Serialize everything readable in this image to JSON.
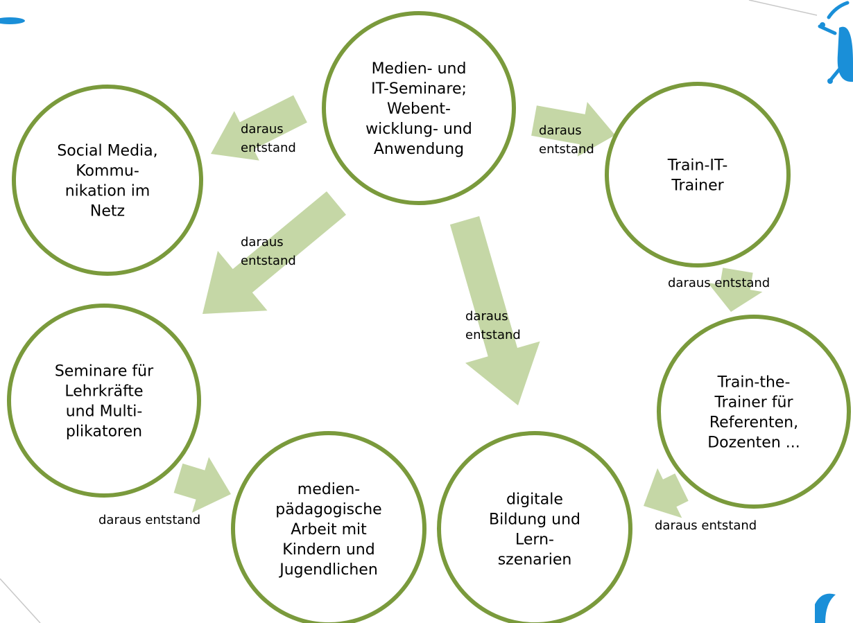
{
  "colors": {
    "circle_stroke": "#7a9a3c",
    "arrow_fill": "#c5d7a6",
    "decor_blue": "#1a8fd8",
    "decor_line": "#c8c8c8"
  },
  "nodes": [
    {
      "id": "medien-it",
      "lines": [
        "Medien- und",
        "IT-Seminare;",
        "Webent-",
        "wicklung- und",
        "Anwendung"
      ]
    },
    {
      "id": "social-media",
      "lines": [
        "Social Media,",
        "Kommu-",
        "nikation im",
        "Netz"
      ]
    },
    {
      "id": "train-it",
      "lines": [
        "Train-IT-",
        "Trainer"
      ]
    },
    {
      "id": "seminare-lehrkraefte",
      "lines": [
        "Seminare für",
        "Lehrkräfte",
        "und Multi-",
        "plikatoren"
      ]
    },
    {
      "id": "train-the-trainer",
      "lines": [
        "Train-the-",
        "Trainer für",
        "Referenten,",
        "Dozenten ..."
      ]
    },
    {
      "id": "medienpaedagogik",
      "lines": [
        "medien-",
        "pädagogische",
        "Arbeit mit",
        "Kindern und",
        "Jugendlichen"
      ]
    },
    {
      "id": "digitale-bildung",
      "lines": [
        "digitale",
        "Bildung und",
        "Lern-",
        "szenarien"
      ]
    }
  ],
  "edges": [
    {
      "from": "medien-it",
      "to": "social-media",
      "label": [
        "daraus",
        "entstand"
      ]
    },
    {
      "from": "medien-it",
      "to": "train-it",
      "label": [
        "daraus",
        "entstand"
      ]
    },
    {
      "from": "medien-it",
      "to": "seminare-lehrkraefte",
      "label": [
        "daraus",
        "entstand"
      ]
    },
    {
      "from": "medien-it",
      "to": "digitale-bildung",
      "label": [
        "daraus",
        "entstand"
      ]
    },
    {
      "from": "train-it",
      "to": "train-the-trainer",
      "label": [
        "daraus entstand"
      ]
    },
    {
      "from": "seminare-lehrkraefte",
      "to": "medienpaedagogik",
      "label": [
        "daraus entstand"
      ]
    },
    {
      "from": "train-the-trainer",
      "to": "digitale-bildung",
      "label": [
        "daraus entstand"
      ]
    }
  ]
}
